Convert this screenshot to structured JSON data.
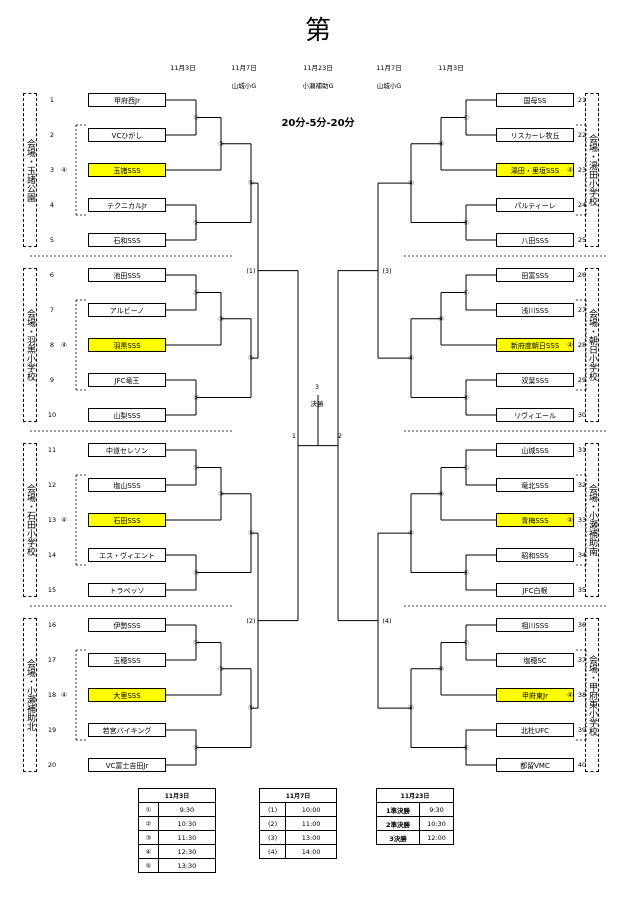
{
  "title": "第",
  "rule": "20分-5分-20分",
  "col_dates": {
    "l1": "11月3日",
    "l2": "11月7日",
    "c": "11月23日",
    "r2": "11月7日",
    "r1": "11月3日"
  },
  "col_venues": {
    "l2": "山城小G",
    "c": "小瀬補助G",
    "r2": "山城小G"
  },
  "final": {
    "n3": "3",
    "label": "決勝",
    "n1": "1",
    "n2": "2"
  },
  "left_teams": [
    {
      "no": "1",
      "name": "甲府西Jr"
    },
    {
      "no": "2",
      "name": "VCひがし"
    },
    {
      "no": "3",
      "name": "玉諸SSS",
      "hl": true
    },
    {
      "no": "4",
      "name": "テクニカルJr"
    },
    {
      "no": "5",
      "name": "石和SSS"
    },
    {
      "no": "6",
      "name": "池田SSS"
    },
    {
      "no": "7",
      "name": "アルビーノ"
    },
    {
      "no": "8",
      "name": "羽黒SSS",
      "hl": true
    },
    {
      "no": "9",
      "name": "JFC竜王"
    },
    {
      "no": "10",
      "name": "山梨SSS"
    },
    {
      "no": "11",
      "name": "中道セレソン"
    },
    {
      "no": "12",
      "name": "塩山SSS"
    },
    {
      "no": "13",
      "name": "石田SSS",
      "hl": true
    },
    {
      "no": "14",
      "name": "エス・ヴィエント"
    },
    {
      "no": "15",
      "name": "トラベッソ"
    },
    {
      "no": "16",
      "name": "伊勢SSS"
    },
    {
      "no": "17",
      "name": "玉穂SSS"
    },
    {
      "no": "18",
      "name": "大里SSS",
      "hl": true
    },
    {
      "no": "19",
      "name": "若宮バイキング"
    },
    {
      "no": "20",
      "name": "VC富士吉田Jr"
    }
  ],
  "right_teams": [
    {
      "no": "21",
      "name": "国母SS"
    },
    {
      "no": "22",
      "name": "リスカーレ牧丘"
    },
    {
      "no": "23",
      "name": "湯田・里垣SSS",
      "hl": true
    },
    {
      "no": "24",
      "name": "パルティーレ"
    },
    {
      "no": "25",
      "name": "八田SSS"
    },
    {
      "no": "26",
      "name": "田富SSS"
    },
    {
      "no": "27",
      "name": "浅川SSS"
    },
    {
      "no": "28",
      "name": "新府度朝日SSS",
      "hl": true
    },
    {
      "no": "29",
      "name": "双葉SSS"
    },
    {
      "no": "30",
      "name": "リヴィエール"
    },
    {
      "no": "31",
      "name": "山城SSS"
    },
    {
      "no": "32",
      "name": "竜北SSS"
    },
    {
      "no": "33",
      "name": "青梅SSS",
      "hl": true
    },
    {
      "no": "34",
      "name": "昭和SSS"
    },
    {
      "no": "35",
      "name": "JFC白根"
    },
    {
      "no": "36",
      "name": "相川SSS"
    },
    {
      "no": "37",
      "name": "塩穂SC"
    },
    {
      "no": "38",
      "name": "甲府東Jr",
      "hl": true
    },
    {
      "no": "39",
      "name": "北杜UFC"
    },
    {
      "no": "40",
      "name": "都留VMC"
    }
  ],
  "left_venues": [
    {
      "text": "会場・玉諸公園",
      "mark": "④"
    },
    {
      "text": "会場・羽黒小学校",
      "mark": "④"
    },
    {
      "text": "会場・石田小学校",
      "mark": "④"
    },
    {
      "text": "会場・小瀬補助北",
      "mark": "④"
    }
  ],
  "right_venues": [
    {
      "text": "会場・湯田小学校",
      "mark": "④"
    },
    {
      "text": "会場・朝日小学校",
      "mark": "④"
    },
    {
      "text": "会場・小瀬補助南",
      "mark": "④"
    },
    {
      "text": "会場・甲府東小学校",
      "mark": "④"
    }
  ],
  "match_marks": {
    "m1": "①",
    "m2": "②",
    "m3": "③",
    "m5": "⑤",
    "r1": "(1)",
    "r2": "(2)",
    "r3": "(3)",
    "r4": "(4)"
  },
  "schedule1": {
    "header": "11月3日",
    "rows": [
      [
        "①",
        "9:30"
      ],
      [
        "②",
        "10:30"
      ],
      [
        "③",
        "11:30"
      ],
      [
        "④",
        "12:30"
      ],
      [
        "⑤",
        "13:30"
      ]
    ]
  },
  "schedule2": {
    "header": "11月7日",
    "rows": [
      [
        "(1)",
        "10:00"
      ],
      [
        "(2)",
        "11:00"
      ],
      [
        "(3)",
        "13:00"
      ],
      [
        "(4)",
        "14:00"
      ]
    ]
  },
  "schedule3": {
    "header": "11月23日",
    "rows": [
      [
        "1準決勝",
        "9:30"
      ],
      [
        "2準決勝",
        "10:30"
      ],
      [
        "3決勝",
        "12:00"
      ]
    ]
  }
}
